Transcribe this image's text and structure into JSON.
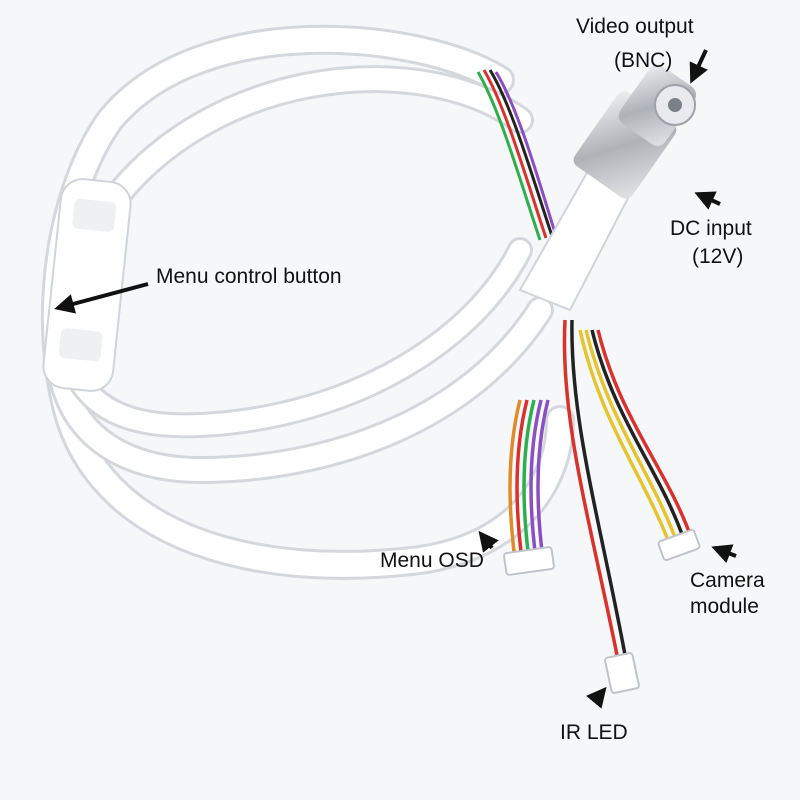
{
  "labels": {
    "video_output": "Video output",
    "bnc": "(BNC)",
    "dc_input": "DC input",
    "dc_voltage": "(12V)",
    "menu_control_button": "Menu control button",
    "menu_osd": "Menu OSD",
    "camera": "Camera",
    "module": "module",
    "ir_led": "IR LED"
  },
  "colors": {
    "background": "#f6f7f8",
    "cable": "#ffffff",
    "cable_shadow": "#d9dde2",
    "arrow": "#111111",
    "wire_red": "#d8322f",
    "wire_black": "#222222",
    "wire_yellow": "#e2c531",
    "wire_orange": "#e08a2c",
    "wire_purple": "#8a4fc0",
    "wire_green": "#2fae4f",
    "bnc_metal": "#c9ccd0"
  }
}
